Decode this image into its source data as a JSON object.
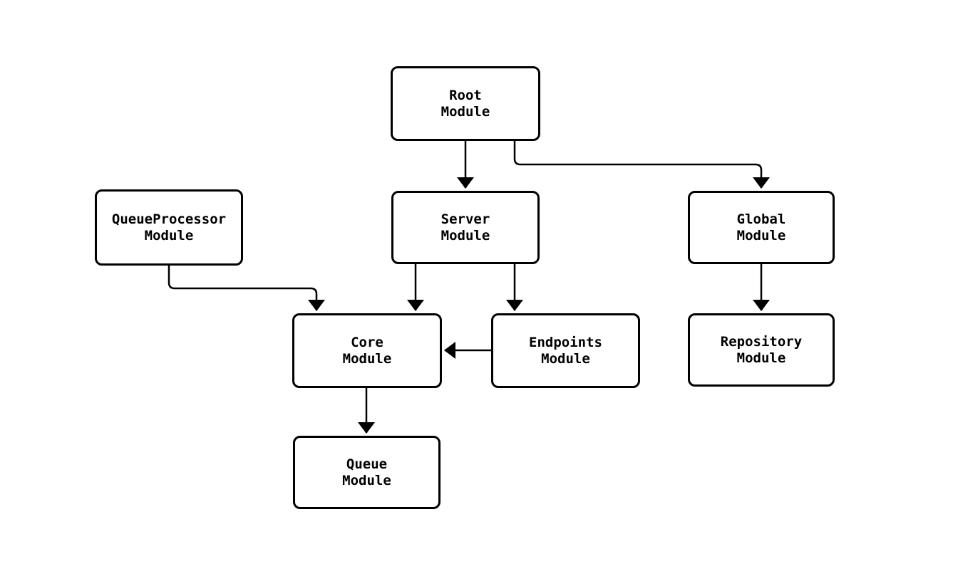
{
  "diagram": {
    "type": "flowchart",
    "background_color": "#ffffff",
    "stroke_color": "#000000",
    "nodes": {
      "root": {
        "label": "Root\nModule"
      },
      "server": {
        "label": "Server\nModule"
      },
      "global": {
        "label": "Global\nModule"
      },
      "queueprocessor": {
        "label": "QueueProcessor\nModule"
      },
      "core": {
        "label": "Core\nModule"
      },
      "endpoints": {
        "label": "Endpoints\nModule"
      },
      "repository": {
        "label": "Repository\nModule"
      },
      "queue": {
        "label": "Queue\nModule"
      }
    },
    "edges": [
      {
        "from": "Root Module",
        "to": "Server Module"
      },
      {
        "from": "Root Module",
        "to": "Global Module"
      },
      {
        "from": "Server Module",
        "to": "Core Module"
      },
      {
        "from": "Server Module",
        "to": "Endpoints Module"
      },
      {
        "from": "QueueProcessor Module",
        "to": "Core Module"
      },
      {
        "from": "Endpoints Module",
        "to": "Core Module"
      },
      {
        "from": "Global Module",
        "to": "Repository Module"
      },
      {
        "from": "Core Module",
        "to": "Queue Module"
      }
    ]
  }
}
